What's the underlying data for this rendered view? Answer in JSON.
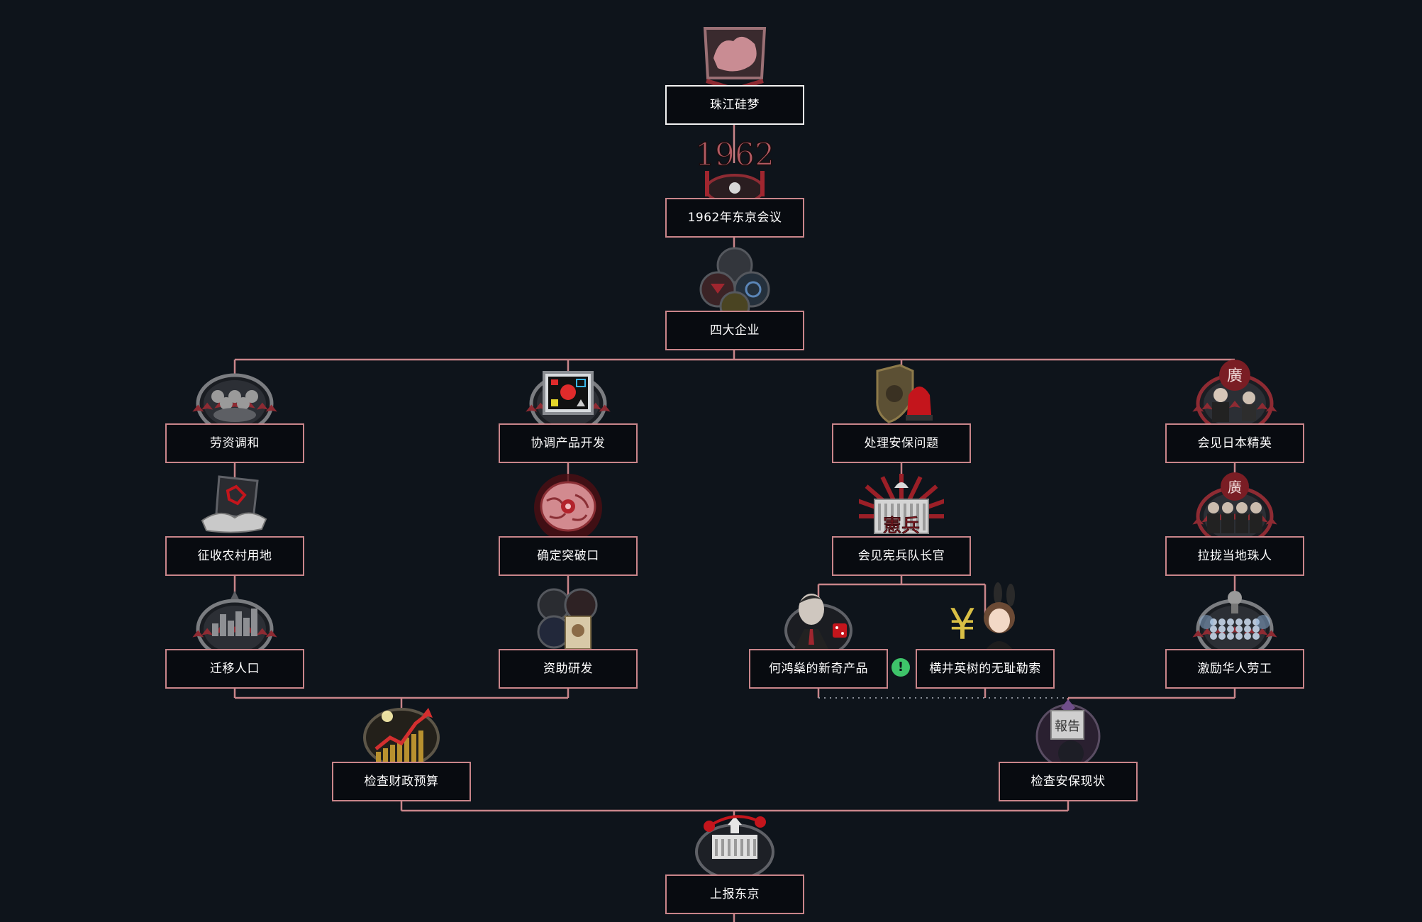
{
  "focus_tree": {
    "nodes": [
      {
        "id": "n1",
        "label": "珠江硅梦",
        "icon": "plum-blossom-medal-icon",
        "state": "completed"
      },
      {
        "id": "n2",
        "label": "1962年东京会议",
        "icon": "year-1962-emblem-icon",
        "state": "available"
      },
      {
        "id": "n3",
        "label": "四大企业",
        "icon": "four-corporations-emblem-icon",
        "state": "available"
      },
      {
        "id": "n4",
        "label": "劳资调和",
        "icon": "handshake-crowd-icon",
        "state": "available"
      },
      {
        "id": "n5",
        "label": "协调产品开发",
        "icon": "product-monitor-icon",
        "state": "available"
      },
      {
        "id": "n6",
        "label": "处理安保问题",
        "icon": "police-badge-siren-icon",
        "state": "available"
      },
      {
        "id": "n7",
        "label": "会见日本精英",
        "icon": "elite-portrait-icon",
        "state": "available"
      },
      {
        "id": "n8",
        "label": "征收农村用地",
        "icon": "land-deal-handshake-icon",
        "state": "available"
      },
      {
        "id": "n9",
        "label": "确定突破口",
        "icon": "brain-target-icon",
        "state": "available"
      },
      {
        "id": "n10",
        "label": "会见宪兵队长官",
        "icon": "military-police-hall-icon",
        "state": "available"
      },
      {
        "id": "n11",
        "label": "拉拢当地珠人",
        "icon": "local-group-portrait-icon",
        "state": "available"
      },
      {
        "id": "n12",
        "label": "迁移人口",
        "icon": "city-relocation-icon",
        "state": "available"
      },
      {
        "id": "n13",
        "label": "资助研发",
        "icon": "research-funding-icon",
        "state": "available"
      },
      {
        "id": "n14",
        "label": "何鸿燊的新奇产品",
        "icon": "casino-dice-portrait-icon",
        "state": "available"
      },
      {
        "id": "n15",
        "label": "横井英树的无耻勒索",
        "icon": "bunny-yen-portrait-icon",
        "state": "available"
      },
      {
        "id": "n16",
        "label": "激励华人劳工",
        "icon": "workers-rally-icon",
        "state": "available"
      },
      {
        "id": "n17",
        "label": "检查财政预算",
        "icon": "budget-growth-chart-icon",
        "state": "available"
      },
      {
        "id": "n18",
        "label": "检查安保现状",
        "icon": "security-report-icon",
        "state": "available"
      },
      {
        "id": "n19",
        "label": "上报东京",
        "icon": "diet-building-report-icon",
        "state": "available"
      }
    ],
    "exclusive_badge": {
      "glyph": "!",
      "icon": "mutually-exclusive-icon"
    },
    "colors": {
      "background": "#0e141b",
      "line": "#c9858a",
      "box_fill": "#080b10",
      "box_border": "#c9858a",
      "box_border_done": "#f2f2f2",
      "text": "#ffffff",
      "exclusive": "#3ec46a"
    }
  }
}
